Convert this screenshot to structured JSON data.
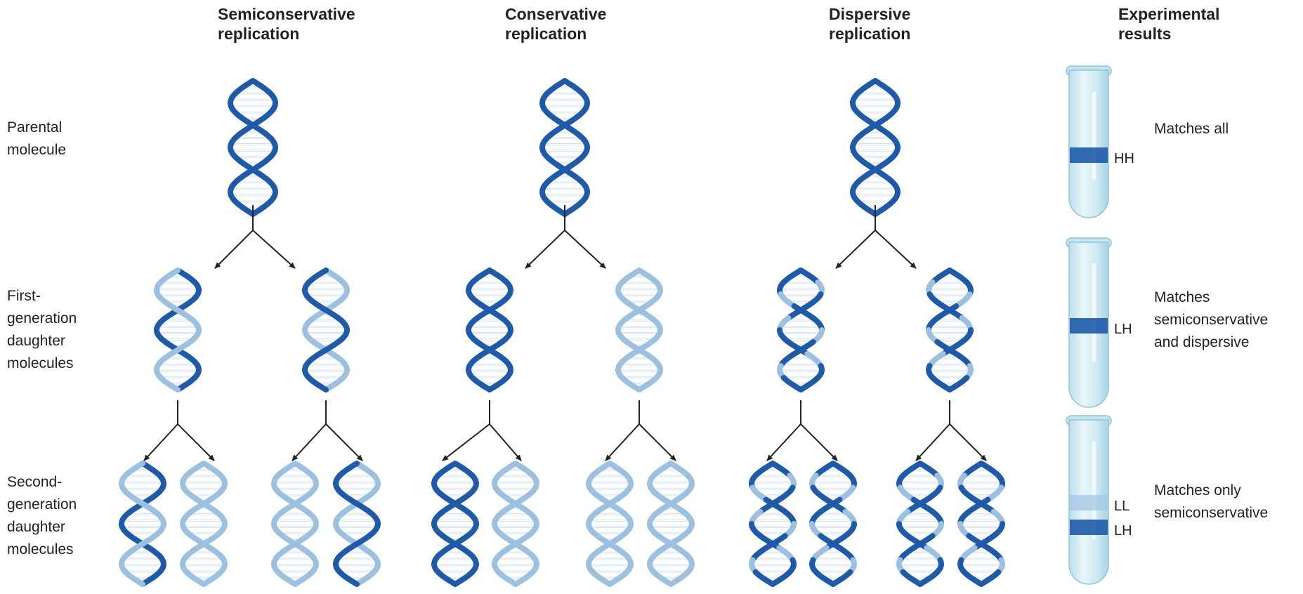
{
  "headers": {
    "semiconservative": [
      "Semiconservative",
      "replication"
    ],
    "conservative": [
      "Conservative",
      "replication"
    ],
    "dispersive": [
      "Dispersive",
      "replication"
    ],
    "experimental": [
      "Experimental",
      "results"
    ]
  },
  "row_labels": {
    "parental": [
      "Parental",
      "molecule"
    ],
    "first": [
      "First-",
      "generation",
      "daughter",
      "molecules"
    ],
    "second": [
      "Second-",
      "generation",
      "daughter",
      "molecules"
    ]
  },
  "tubes": [
    {
      "bands": [
        "HH"
      ],
      "result": [
        "Matches all"
      ]
    },
    {
      "bands": [
        "LH"
      ],
      "result": [
        "Matches",
        "semiconservative",
        "and dispersive"
      ]
    },
    {
      "bands": [
        "LL",
        "LH"
      ],
      "result": [
        "Matches only",
        "semiconservative"
      ]
    }
  ],
  "legend_colors": {
    "heavy_strand": "#1f5aa8",
    "light_strand": "#9cc0e0",
    "rung": "#dce8f4",
    "tube_fill": "#d4ecf4",
    "arrow": "#222222"
  }
}
